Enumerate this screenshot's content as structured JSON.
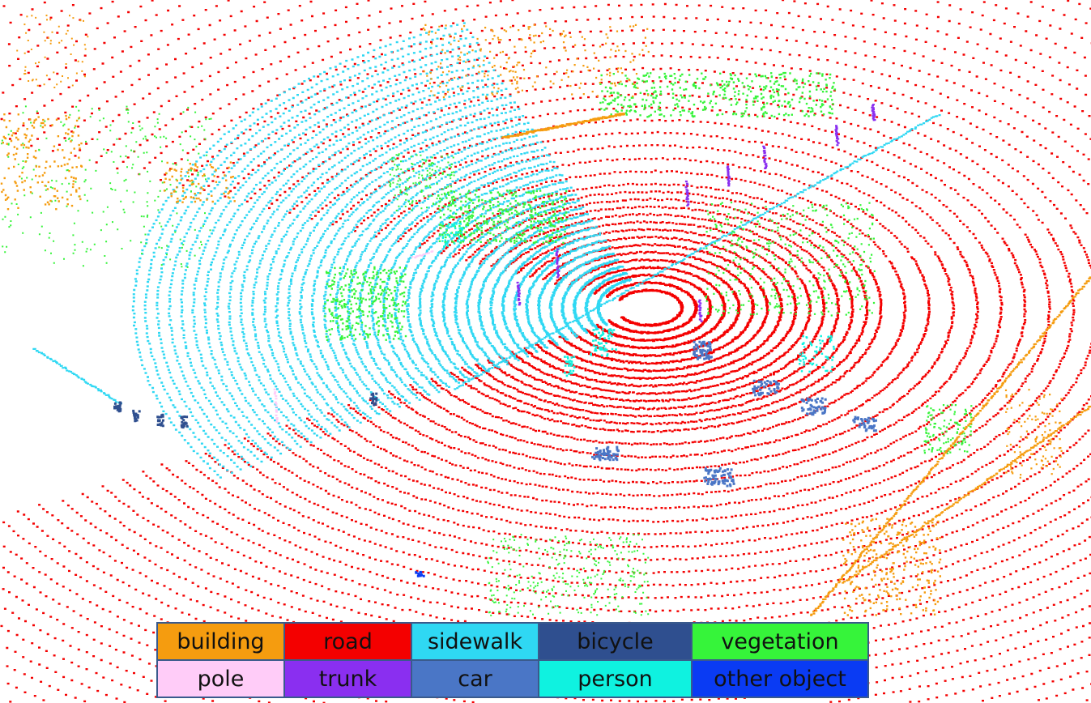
{
  "classes": {
    "building": {
      "label": "building",
      "color": "#f59c0f"
    },
    "road": {
      "label": "road",
      "color": "#f40000"
    },
    "sidewalk": {
      "label": "sidewalk",
      "color": "#2fd8f3"
    },
    "bicycle": {
      "label": "bicycle",
      "color": "#2f4f8f"
    },
    "vegetation": {
      "label": "vegetation",
      "color": "#36f43a"
    },
    "pole": {
      "label": "pole",
      "color": "#ffccf8"
    },
    "trunk": {
      "label": "trunk",
      "color": "#8a2ff0"
    },
    "car": {
      "label": "car",
      "color": "#4a76c6"
    },
    "person": {
      "label": "person",
      "color": "#0ff2e0"
    },
    "other_object": {
      "label": "other object",
      "color": "#0a3bf3"
    }
  }
}
